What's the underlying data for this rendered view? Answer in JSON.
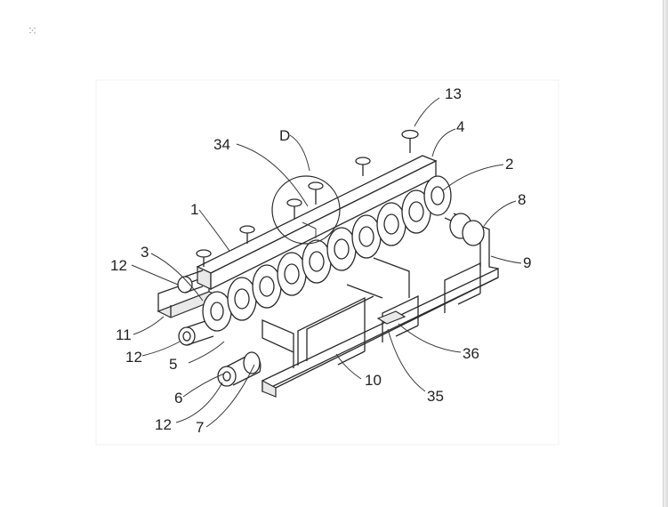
{
  "window": {
    "drag_handle_icon": "drag-handle-icon",
    "drag_handle_glyph": "⁙"
  },
  "diagram": {
    "labels": {
      "l1": "1",
      "l2": "2",
      "l3": "3",
      "l4": "4",
      "l5": "5",
      "l6": "6",
      "l7": "7",
      "l8": "8",
      "l9": "9",
      "l10": "10",
      "l11": "11",
      "l12a": "12",
      "l12b": "12",
      "l12c": "12",
      "l13": "13",
      "l34": "34",
      "l35": "35",
      "l36": "36",
      "lD": "D"
    }
  }
}
